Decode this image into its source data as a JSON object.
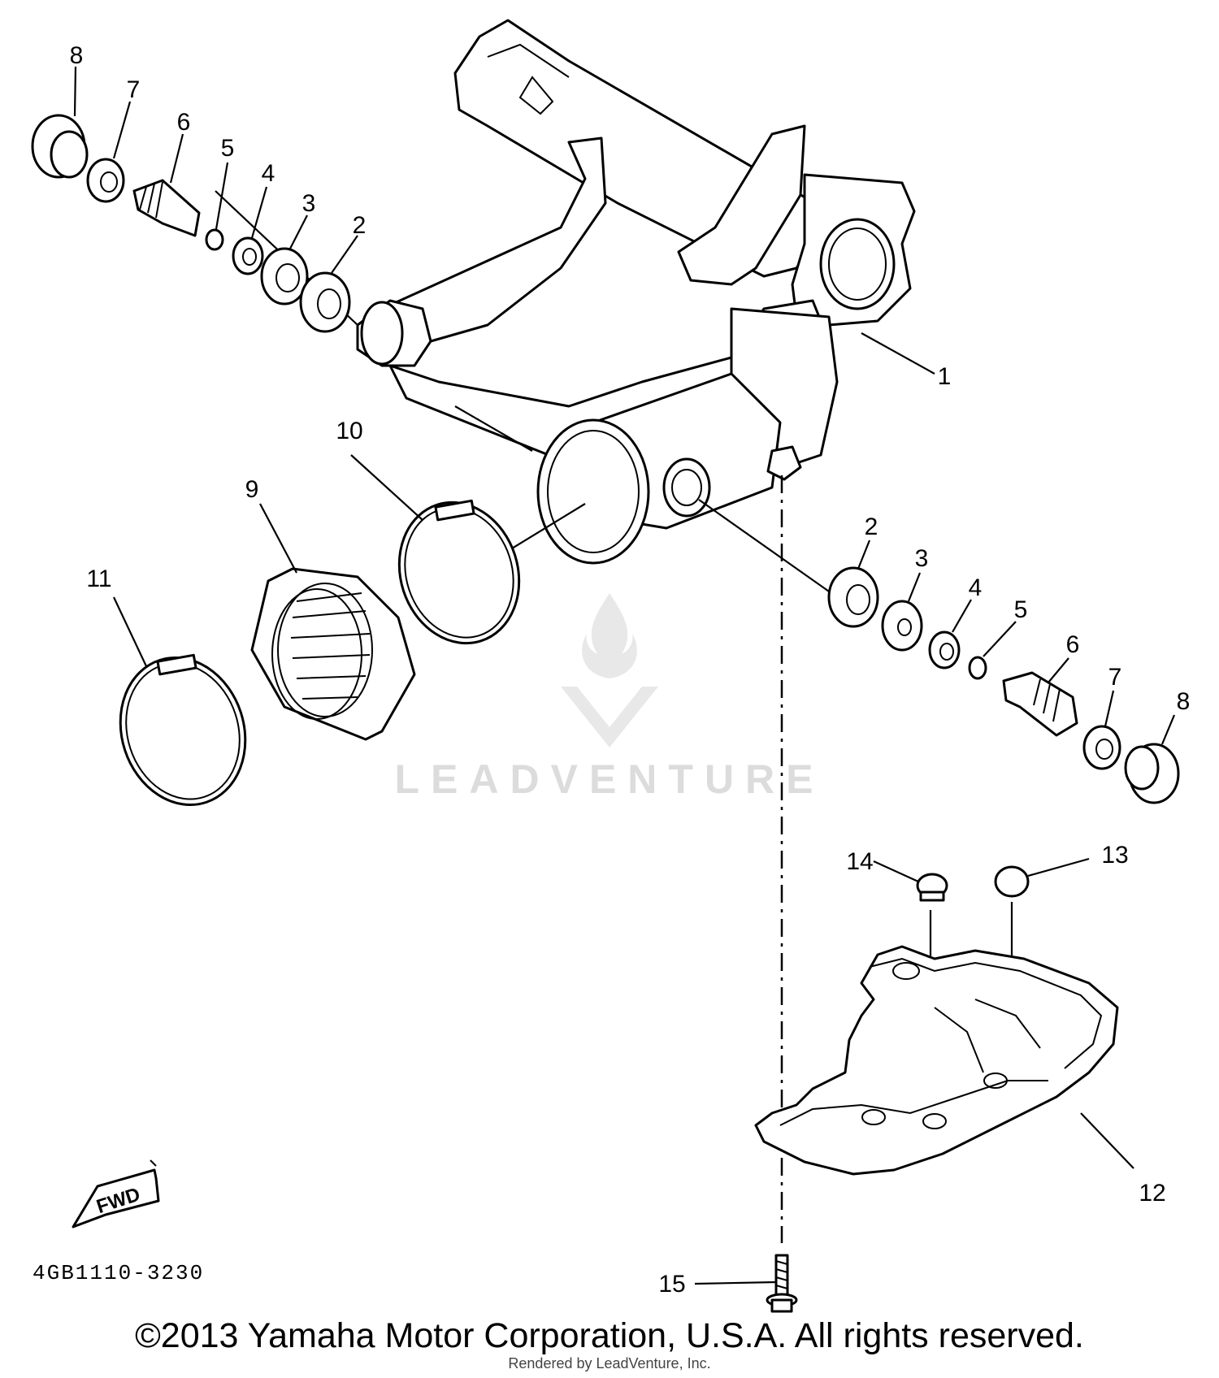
{
  "diagram_code": "4GB1110-3230",
  "copyright": "©2013 Yamaha Motor Corporation, U.S.A. All rights reserved.",
  "rendered_by": "Rendered by LeadVenture, Inc.",
  "watermark": "LEADVENTURE",
  "fwd_label": "FWD",
  "callouts": {
    "p1": "1",
    "p2a": "2",
    "p3a": "3",
    "p4a": "4",
    "p5a": "5",
    "p6a": "6",
    "p7a": "7",
    "p8a": "8",
    "p2b": "2",
    "p3b": "3",
    "p4b": "4",
    "p5b": "5",
    "p6b": "6",
    "p7b": "7",
    "p8b": "8",
    "p9": "9",
    "p10": "10",
    "p11": "11",
    "p12": "12",
    "p13": "13",
    "p14": "14",
    "p15": "15"
  }
}
